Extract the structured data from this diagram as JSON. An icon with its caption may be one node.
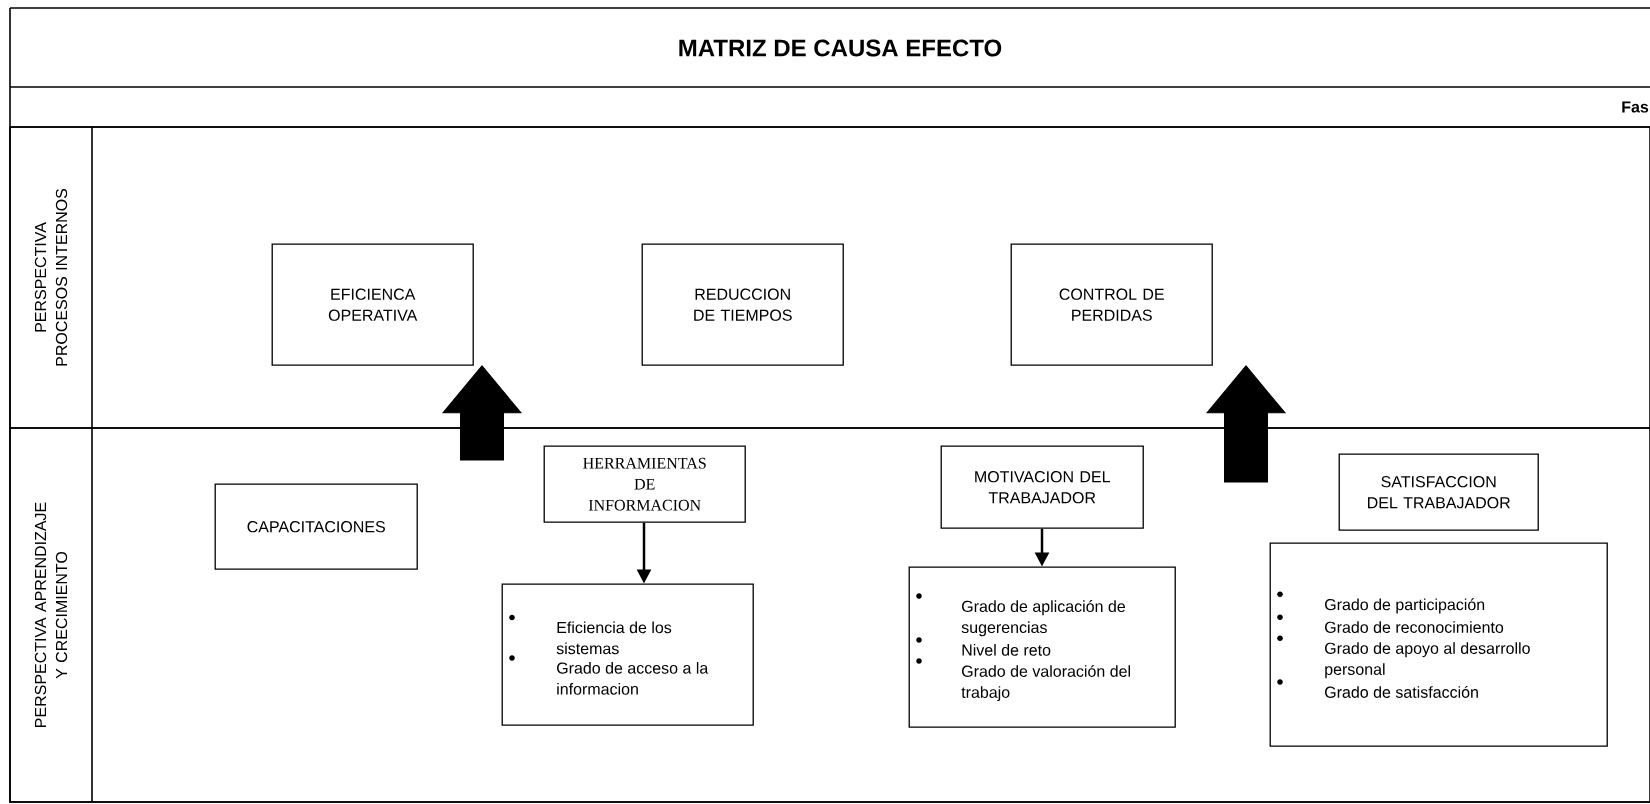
{
  "diagram": {
    "title": "MATRIZ DE CAUSA EFECTO",
    "nodes": [
      {
        "text": [
          "PERSPECTIVA PROCESOS INTERNOS"
        ]
      },
      {
        "text": [
          "PERSPECTIVA APRENDIZAJE Y CRECIMIENTO"
        ]
      },
      {
        "text": [
          "EFICIENCA OPERATIVA"
        ],
        "in": 0
      },
      {
        "text": [
          "REDUCCION DE TIEMPOS"
        ],
        "in": 0
      },
      {
        "text": [
          "CONTROL DE PERDIDAS"
        ],
        "in": 0
      },
      {
        "text": [
          "CAPACITACIONES"
        ],
        "in": 1
      },
      {
        "text": [
          "HERRAMIENTAS DE INFORMACION"
        ],
        "in": 1
      },
      {
        "text": [
          "Eficiencia de los sistemas",
          "Grado de acceso a la informacion"
        ],
        "in": 1
      },
      {
        "text": [
          "MOTIVACION DEL TRABAJADOR"
        ],
        "in": 1
      },
      {
        "text": [
          "Grado de aplicación de sugerencias",
          "Nivel de reto",
          "Grado de valoración del trabajo"
        ],
        "in": 1
      },
      {
        "text": [
          "SATISFACCION DEL TRABAJADOR"
        ],
        "in": 1
      },
      {
        "text": [
          "Grado de participación",
          "Grado de reconocimiento",
          "Grado de apoyo al desarrollo personal",
          "Grado de satisfacción"
        ],
        "in": 1
      }
    ],
    "edges": [
      {
        "from": null,
        "to": 2,
        "arrow": "to"
      },
      {
        "from": null,
        "to": 4,
        "arrow": "to"
      },
      {
        "from": 6,
        "to": 7,
        "arrow": "to"
      },
      {
        "from": 8,
        "to": 9,
        "arrow": "to"
      }
    ],
    "labels": [
      "Fas"
    ]
  }
}
